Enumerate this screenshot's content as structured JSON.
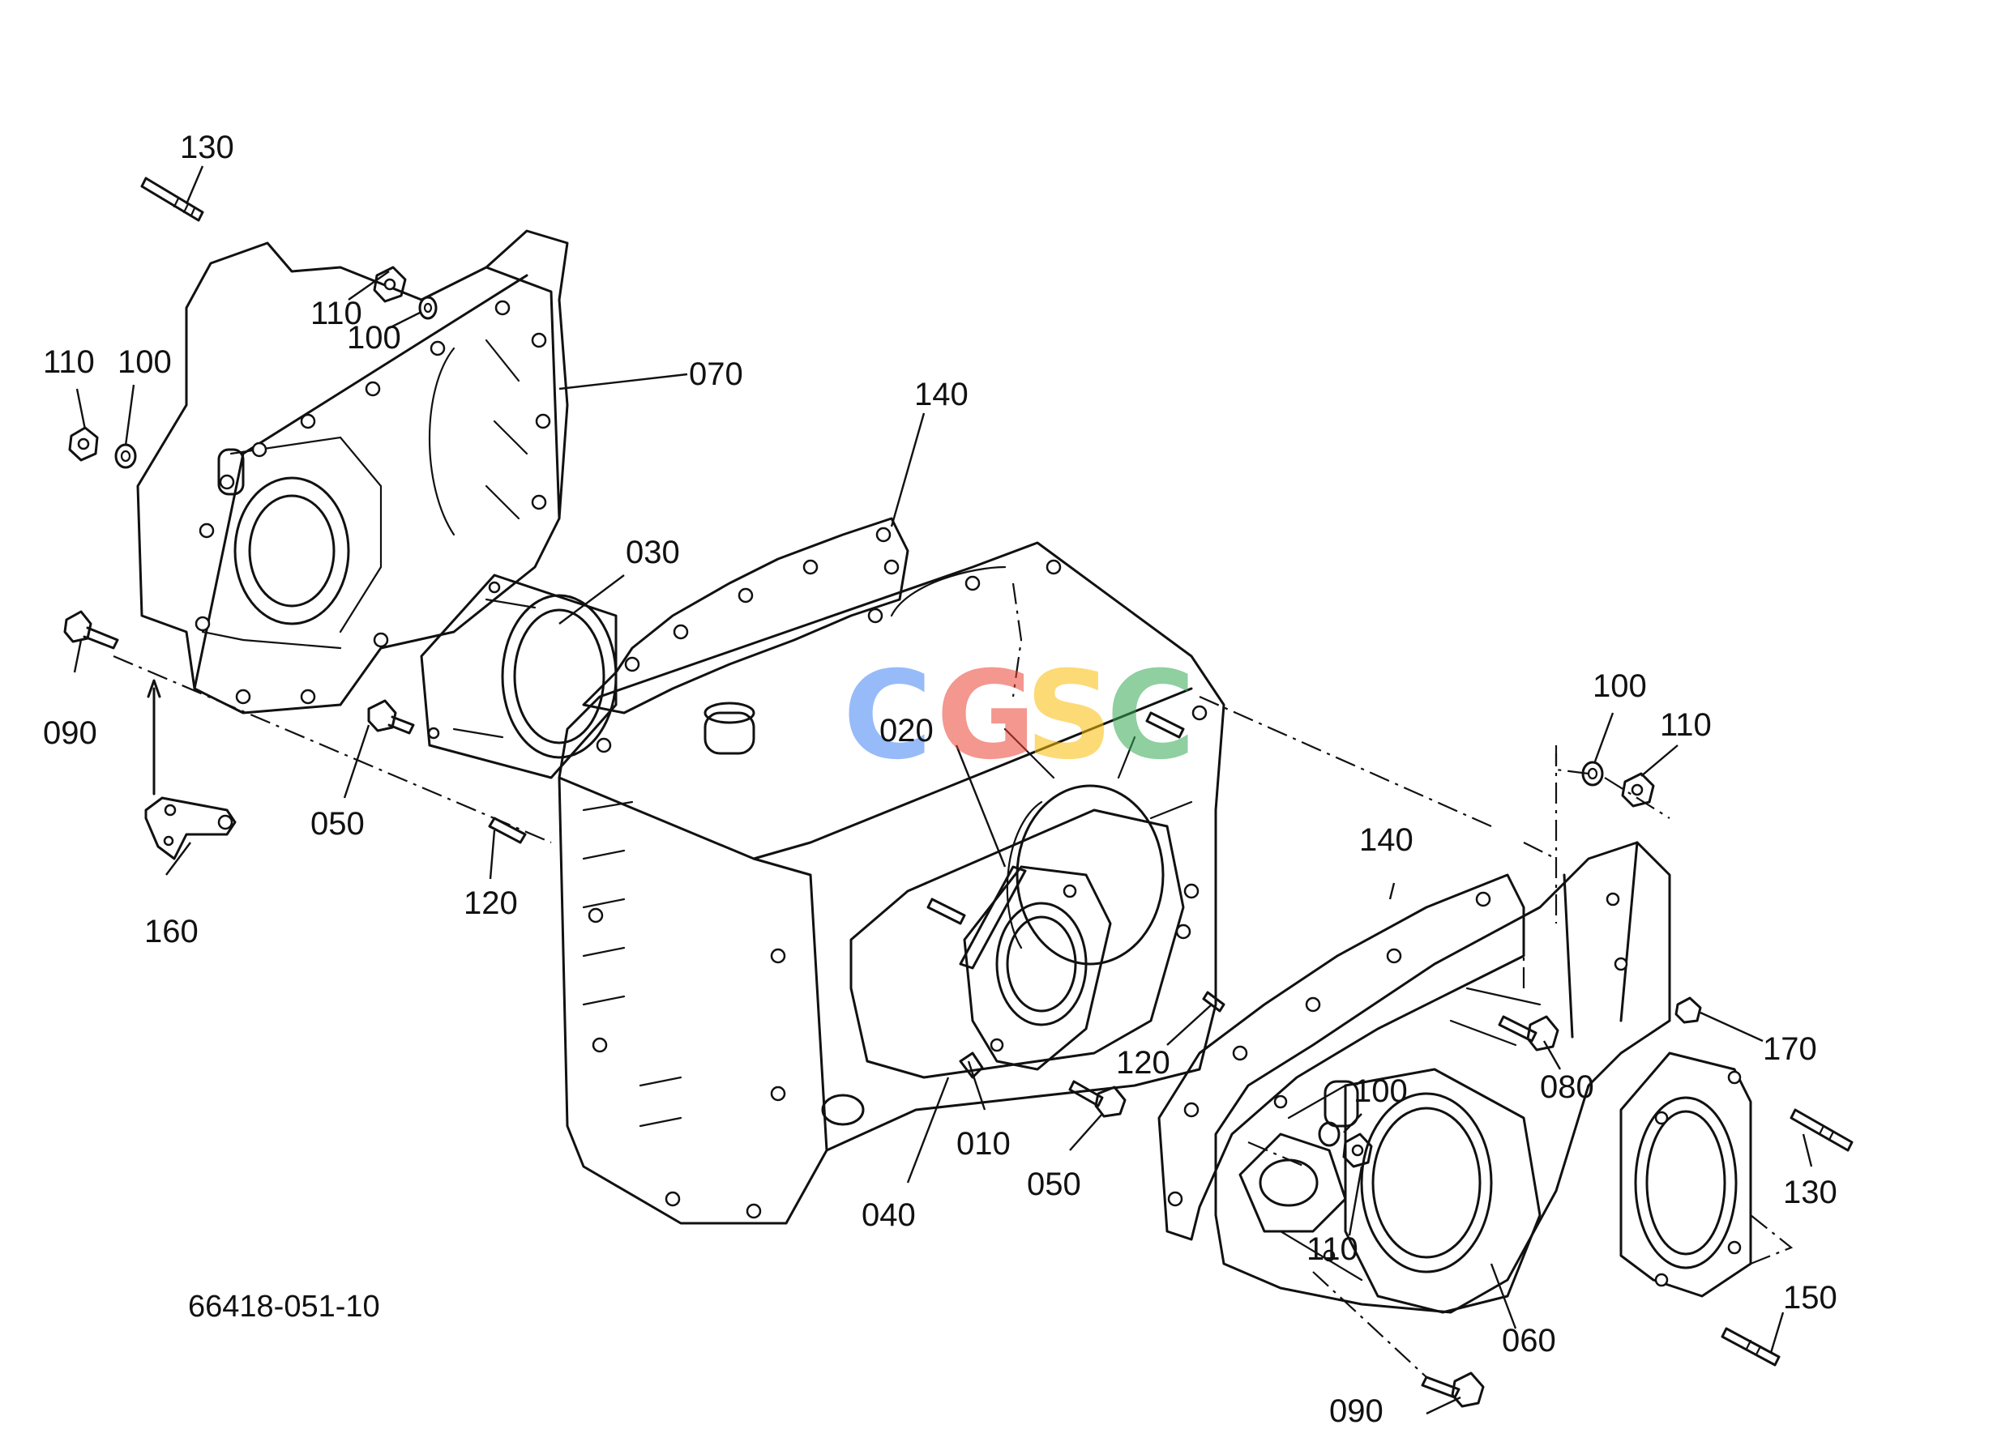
{
  "diagram": {
    "drawing_code": "66418-051-10",
    "watermark": {
      "letters": [
        "C",
        "G",
        "S",
        "C"
      ],
      "colors": [
        "#4285F4",
        "#EA4335",
        "#FBBC05",
        "#34A853"
      ]
    },
    "labels": {
      "p130a": "130",
      "p110a": "110",
      "p100a": "100",
      "p110b": "110",
      "p100b": "100",
      "p070": "070",
      "p140a": "140",
      "p030": "030",
      "p090a": "090",
      "p050a": "050",
      "p120a": "120",
      "p160": "160",
      "p020": "020",
      "p100c": "100",
      "p110c": "110",
      "p140b": "140",
      "p120b": "120",
      "p080": "080",
      "p170": "170",
      "p100d": "100",
      "p010": "010",
      "p050b": "050",
      "p130b": "130",
      "p040": "040",
      "p110d": "110",
      "p150": "150",
      "p060": "060",
      "p090b": "090"
    }
  }
}
